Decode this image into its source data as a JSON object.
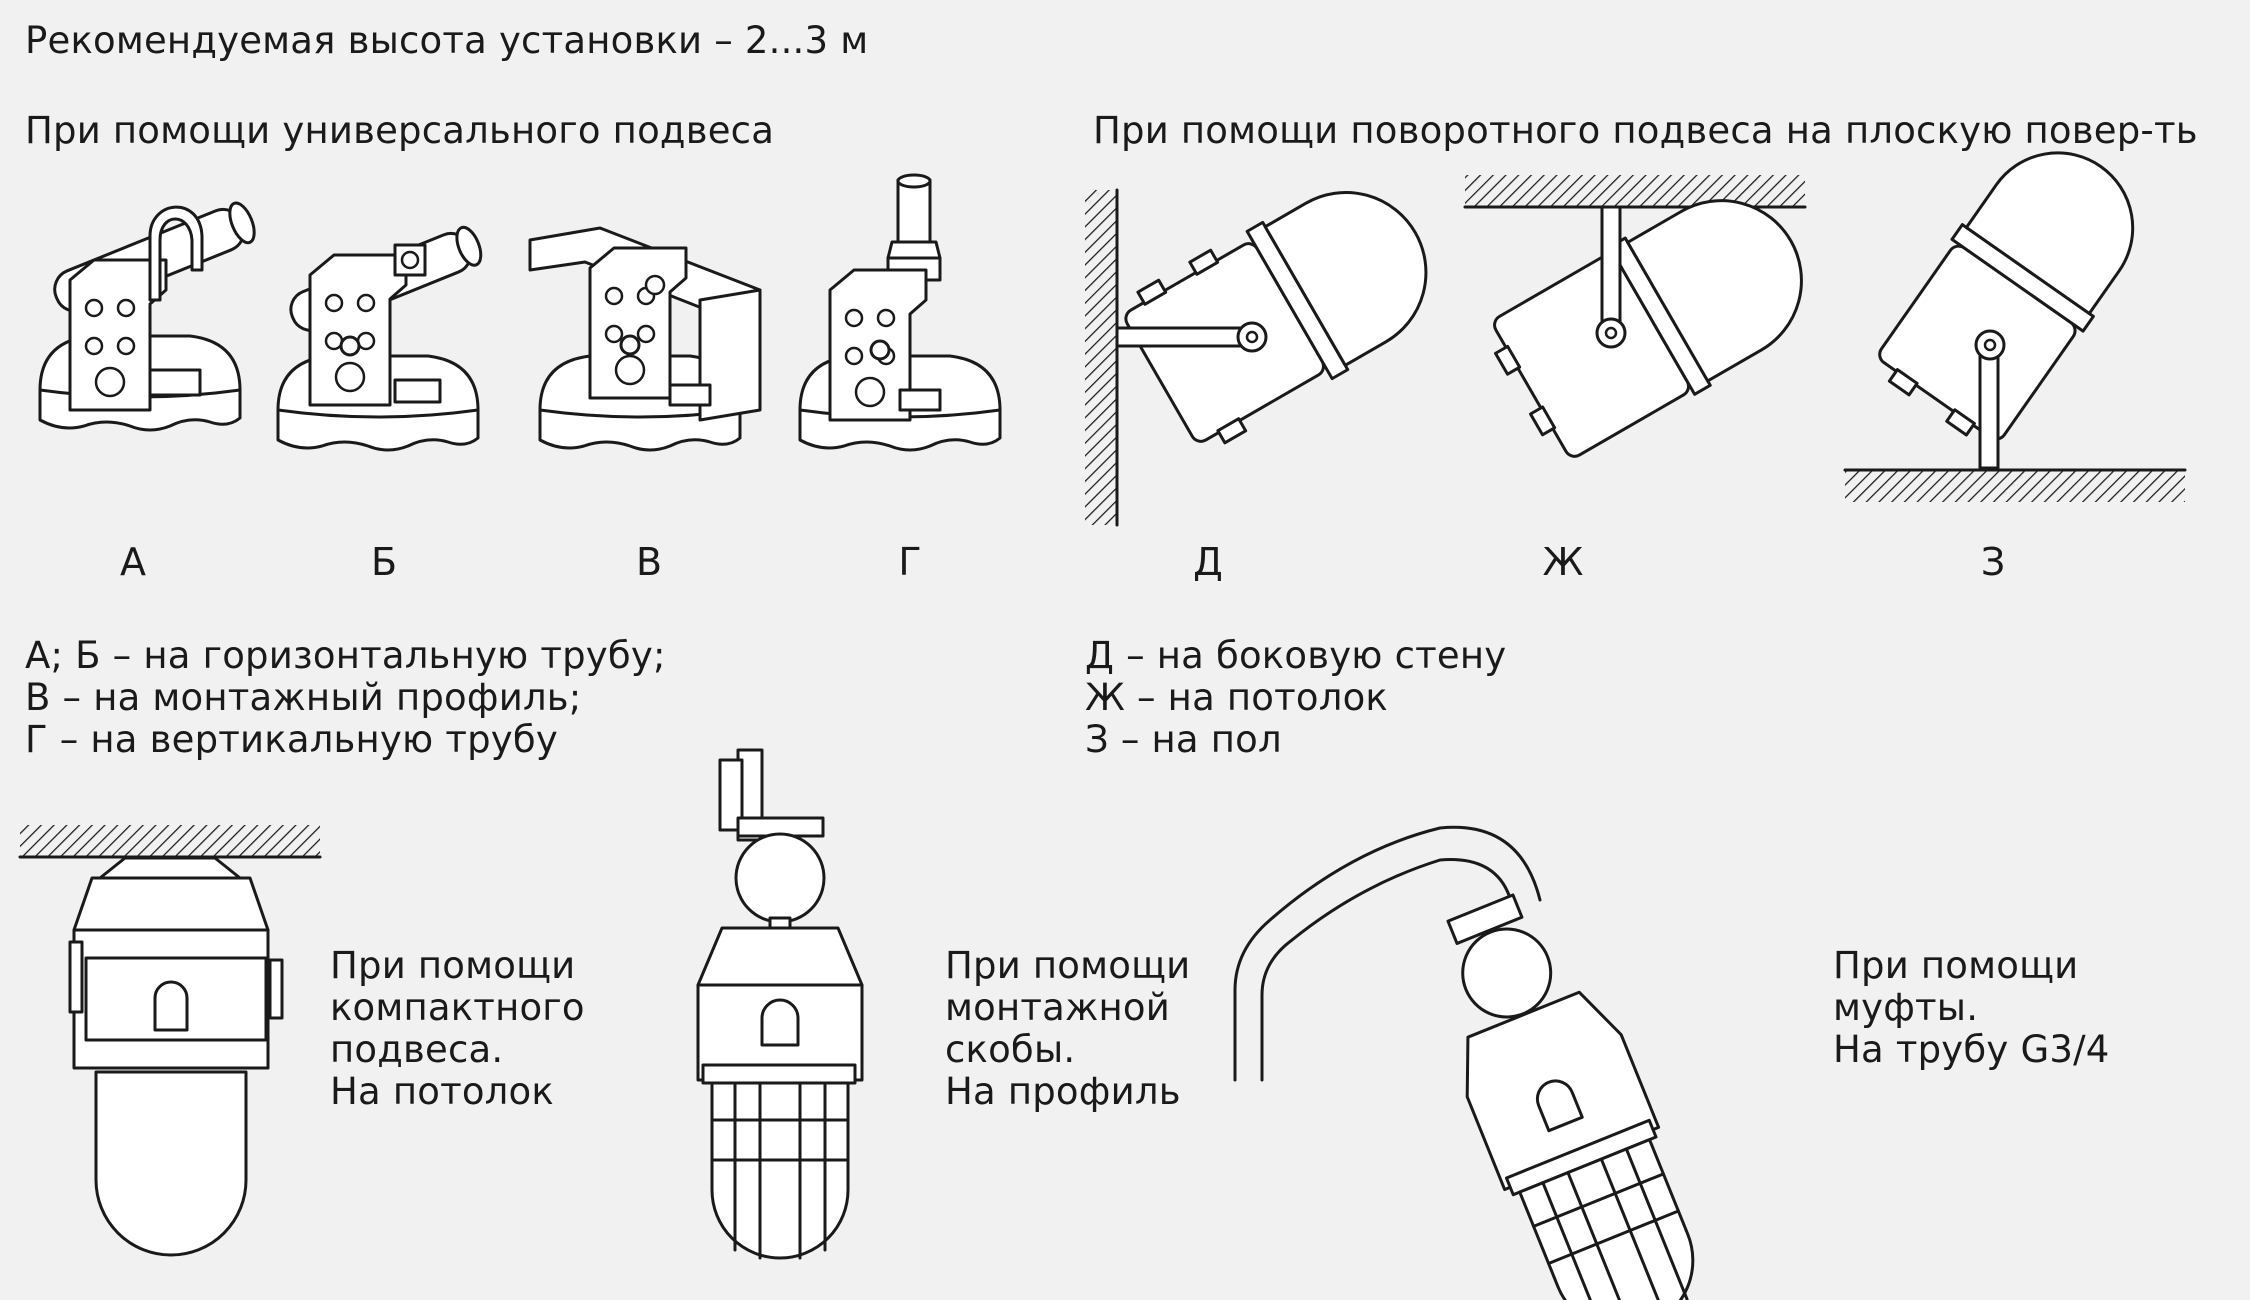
{
  "header": {
    "height_note": "Рекомендуемая высота установки – 2...3 м",
    "universal_title": "При помощи универсального подвеса",
    "swivel_title": "При помощи поворотного подвеса на плоскую повер-ть"
  },
  "labels": [
    "А",
    "Б",
    "В",
    "Г",
    "Д",
    "Ж",
    "З"
  ],
  "legend_left": [
    "А; Б – на горизонтальную трубу;",
    "В – на монтажный профиль;",
    "Г – на вертикальную трубу"
  ],
  "legend_right": [
    "Д – на боковую стену",
    "Ж – на потолок",
    "З – на пол"
  ],
  "bottom": {
    "compact": "При помощи\nкомпактного\nподвеса.\nНа потолок",
    "bracket": "При помощи\nмонтажной\nскобы.\nНа профиль",
    "coupling": "При помощи\nмуфты.\nНа трубу G3/4"
  }
}
